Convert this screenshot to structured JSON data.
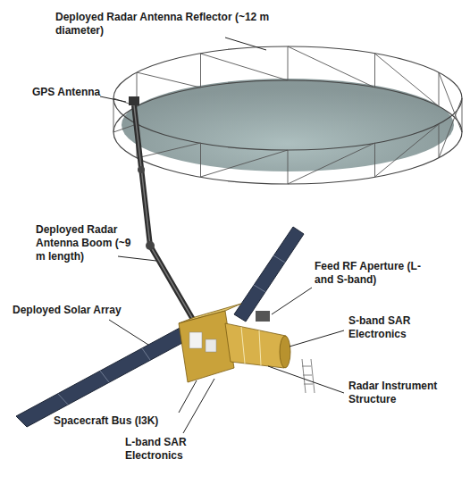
{
  "diagram": {
    "labels": [
      "Deployed Radar Antenna Reflector (~12 m diameter)",
      "GPS Antenna",
      "Deployed Radar Antenna Boom (~9 m length)",
      "Feed RF Aperture (L- and S-band)",
      "Deployed Solar Array",
      "S-band SAR Electronics",
      "Spacecraft Bus (I3K)",
      "Radar Instrument Structure",
      "L-band SAR Electronics"
    ]
  }
}
